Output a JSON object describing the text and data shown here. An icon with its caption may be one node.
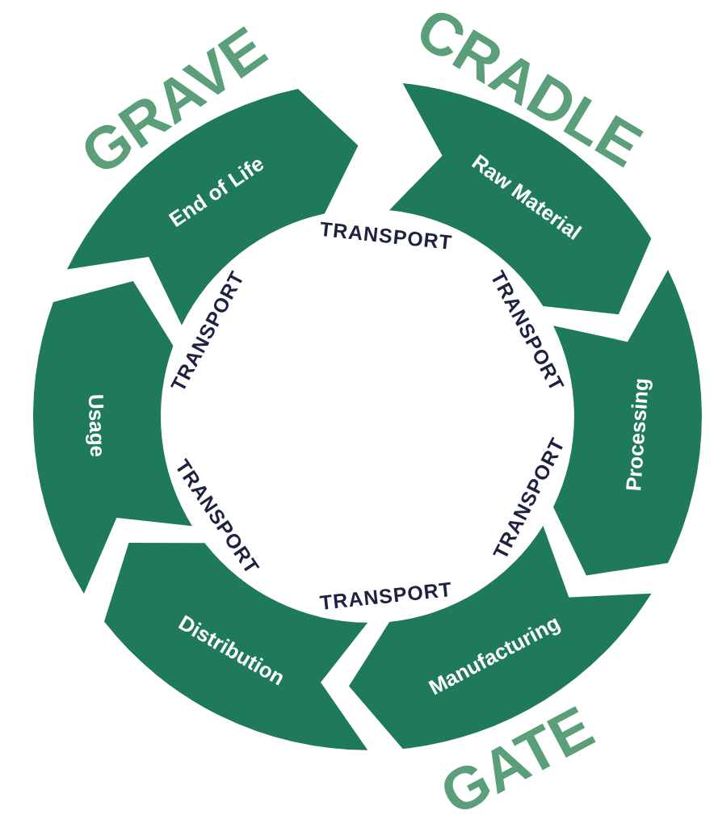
{
  "diagram": {
    "nodes": [
      {
        "text": [
          "Raw Material"
        ]
      },
      {
        "text": [
          "Processing"
        ]
      },
      {
        "text": [
          "Manufacturing"
        ]
      },
      {
        "text": [
          "Distribution"
        ]
      },
      {
        "text": [
          "Usage"
        ]
      },
      {
        "text": [
          "End of Life"
        ]
      }
    ],
    "labels": [
      "GRAVE",
      "CRADLE",
      "TRANSPORT",
      "TRANSPORT",
      "TRANSPORT",
      "TRANSPORT",
      "TRANSPORT",
      "TRANSPORT",
      "GATE"
    ]
  }
}
